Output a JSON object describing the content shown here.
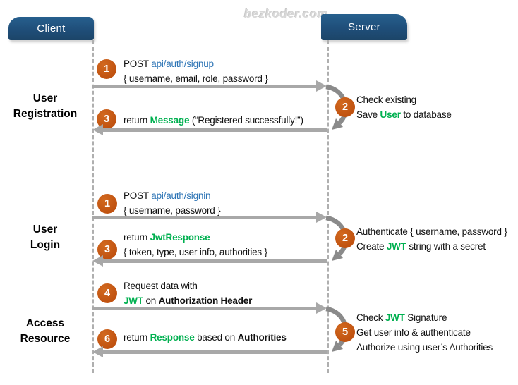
{
  "watermark": "bezkoder.com",
  "actors": {
    "client": "Client",
    "server": "Server"
  },
  "colors": {
    "actor_box_bg": "#1f4e79",
    "step_circle": "#c55a11",
    "keyword_green": "#00b050",
    "endpoint_blue": "#2e75b6",
    "arrow_gray": "#a8a8a8",
    "curve_gray": "#8a8a8a",
    "lifeline_gray": "#afafaf"
  },
  "sections": [
    {
      "label_lines": [
        "User",
        "Registration"
      ],
      "request": {
        "num": "1",
        "line1": [
          {
            "t": "POST ",
            "s": "plain"
          },
          {
            "t": "api/auth/signup",
            "s": "blue"
          }
        ],
        "line2": [
          {
            "t": "{ username, email, role, password }",
            "s": "plain"
          }
        ]
      },
      "server_note": {
        "num": "2",
        "line1": [
          {
            "t": "Check existing",
            "s": "plain"
          }
        ],
        "line2": [
          {
            "t": "Save ",
            "s": "plain"
          },
          {
            "t": "User",
            "s": "green"
          },
          {
            "t": " to database",
            "s": "plain"
          }
        ]
      },
      "response": {
        "num": "3",
        "line1": [
          {
            "t": "return ",
            "s": "plain"
          },
          {
            "t": "Message",
            "s": "green"
          },
          {
            "t": " (“Registered successfully!”)",
            "s": "plain"
          }
        ]
      }
    },
    {
      "label_lines": [
        "User",
        "Login"
      ],
      "request": {
        "num": "1",
        "line1": [
          {
            "t": "POST ",
            "s": "plain"
          },
          {
            "t": "api/auth/signin",
            "s": "blue"
          }
        ],
        "line2": [
          {
            "t": "{ username, password }",
            "s": "plain"
          }
        ]
      },
      "server_note": {
        "num": "2",
        "line1": [
          {
            "t": "Authenticate { username, password }",
            "s": "plain"
          }
        ],
        "line2": [
          {
            "t": "Create ",
            "s": "plain"
          },
          {
            "t": "JWT",
            "s": "green"
          },
          {
            "t": " string with a secret",
            "s": "plain"
          }
        ]
      },
      "response": {
        "num": "3",
        "line1": [
          {
            "t": "return ",
            "s": "plain"
          },
          {
            "t": "JwtResponse",
            "s": "green"
          }
        ],
        "line2": [
          {
            "t": "{ token, type, user info, authorities }",
            "s": "plain"
          }
        ]
      }
    },
    {
      "label_lines": [
        "Access",
        "Resource"
      ],
      "request": {
        "num": "4",
        "line1": [
          {
            "t": "Request data with",
            "s": "plain"
          }
        ],
        "line2": [
          {
            "t": "JWT",
            "s": "green"
          },
          {
            "t": " on ",
            "s": "plain"
          },
          {
            "t": "Authorization Header",
            "s": "bold"
          }
        ]
      },
      "server_note": {
        "num": "5",
        "line1": [
          {
            "t": "Check ",
            "s": "plain"
          },
          {
            "t": "JWT",
            "s": "green"
          },
          {
            "t": " Signature",
            "s": "plain"
          }
        ],
        "line2": [
          {
            "t": "Get user info & authenticate",
            "s": "plain"
          }
        ],
        "line3": [
          {
            "t": "Authorize using user’s Authorities",
            "s": "plain"
          }
        ]
      },
      "response": {
        "num": "6",
        "line1": [
          {
            "t": "return ",
            "s": "plain"
          },
          {
            "t": "Response",
            "s": "green"
          },
          {
            "t": " based on ",
            "s": "plain"
          },
          {
            "t": "Authorities",
            "s": "bold"
          }
        ]
      }
    }
  ]
}
